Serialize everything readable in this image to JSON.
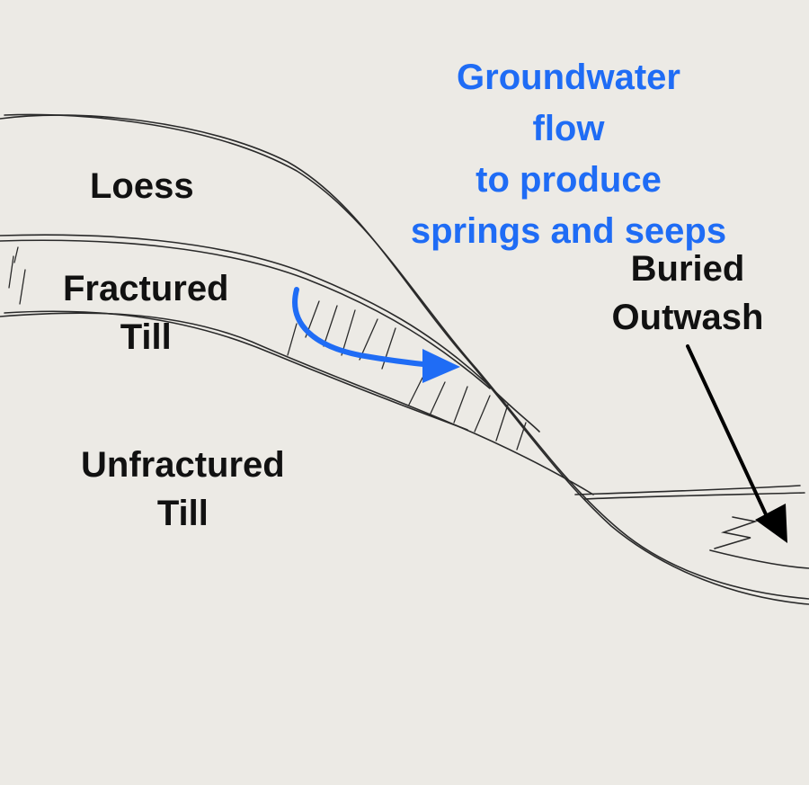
{
  "labels": {
    "loess": "Loess",
    "fractured_till": [
      "Fractured",
      "Till"
    ],
    "unfractured_till": [
      "Unfractured",
      "Till"
    ],
    "groundwater": [
      "Groundwater",
      "flow",
      "to produce",
      "springs and seeps"
    ],
    "buried_outwash": [
      "Buried",
      "Outwash"
    ]
  },
  "colors": {
    "background": "#eceae5",
    "ink": "#222222",
    "flow_arrow": "#1f6cf5",
    "label": "#111111"
  }
}
